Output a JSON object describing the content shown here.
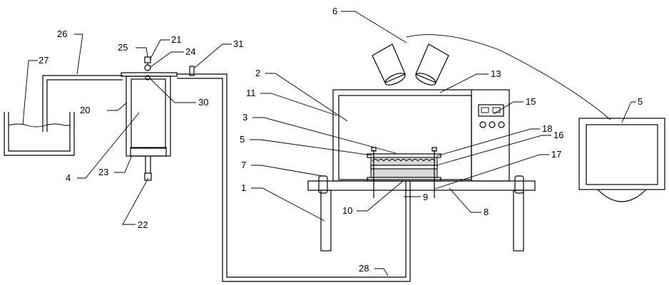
{
  "labels": {
    "l1": "1",
    "l2": "2",
    "l3": "3",
    "l4": "4",
    "l5a": "5",
    "l5b": "5",
    "l6": "6",
    "l7": "7",
    "l8": "8",
    "l9": "9",
    "l10": "10",
    "l11": "11",
    "l13": "13",
    "l15": "15",
    "l16": "16",
    "l17": "17",
    "l18": "18",
    "l20": "20",
    "l21": "21",
    "l22": "22",
    "l23": "23",
    "l24": "24",
    "l25": "25",
    "l26": "26",
    "l27": "27",
    "l28": "28",
    "l30": "30",
    "l31": "31"
  }
}
